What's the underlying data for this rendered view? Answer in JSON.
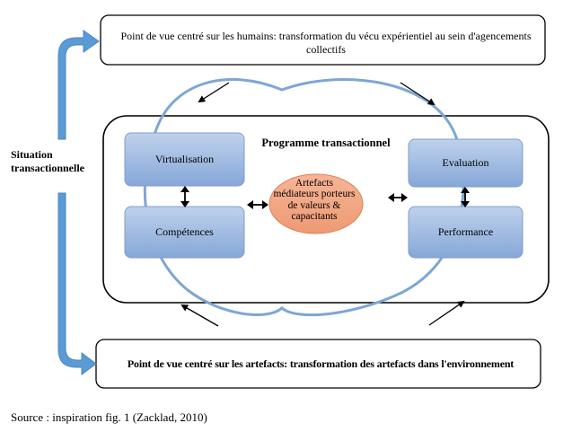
{
  "diagram": {
    "top_box": {
      "text": "Point de vue centré sur les humains: transformation du vécu expérientiel au sein d'agencements collectifs"
    },
    "program": {
      "title": "Programme transactionnel"
    },
    "side_label": {
      "line1": "Situation",
      "line2": "transactionnelle"
    },
    "left_boxes": [
      {
        "label": "Virtualisation"
      },
      {
        "label": "Compétences"
      }
    ],
    "right_boxes": [
      {
        "label": "Evaluation"
      },
      {
        "label": "Performance"
      }
    ],
    "center_oval": {
      "text": "Artefacts médiateurs porteurs de valeurs & capacitants"
    },
    "bottom_box": {
      "text": "Point de vue centré sur les artefacts: transformation des artefacts dans l'environnement"
    }
  },
  "caption": "Source : inspiration fig. 1 (Zacklad, 2010)",
  "colors": {
    "box_fill_top": "#b9cde9",
    "box_fill_bottom": "#88a9d9",
    "box_border": "#7f9ccb",
    "oval_fill": "#f3a685",
    "oval_border": "#e07e55",
    "cycle_line": "#7ea6d4",
    "side_arrow": "#5b9bd5"
  }
}
